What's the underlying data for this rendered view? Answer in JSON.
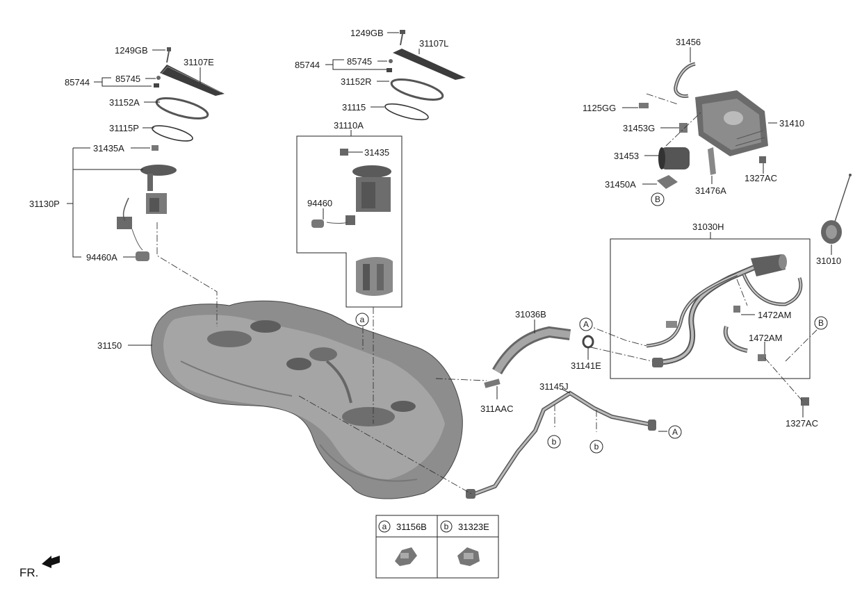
{
  "labels": {
    "p1249GB_left": "1249GB",
    "p31107E": "31107E",
    "p85745_left": "85745",
    "p85744_left": "85744",
    "p31152A": "31152A",
    "p31115P": "31115P",
    "p31435A": "31435A",
    "p31130P": "31130P",
    "p94460A": "94460A",
    "p31150": "31150",
    "p1249GB_mid": "1249GB",
    "p31107L": "31107L",
    "p85744_mid": "85744",
    "p85745_mid": "85745",
    "p31152R": "31152R",
    "p31115": "31115",
    "p31110A": "31110A",
    "p31435": "31435",
    "p94460": "94460",
    "p31456": "31456",
    "p1125GG": "1125GG",
    "p31453G": "31453G",
    "p31410": "31410",
    "p31453": "31453",
    "p1327AC_top": "1327AC",
    "p31450A": "31450A",
    "p31476A": "31476A",
    "p31030H": "31030H",
    "p31010": "31010",
    "p31036B": "31036B",
    "p1472AM_a": "1472AM",
    "p1472AM_b": "1472AM",
    "p31141E": "31141E",
    "p31145J": "31145J",
    "p311AAC": "311AAC",
    "p1327AC_bot": "1327AC"
  },
  "callouts": {
    "a": "a",
    "b": "b",
    "A": "A",
    "B": "B"
  },
  "legend": {
    "a_part": "31156B",
    "b_part": "31323E"
  },
  "direction": "FR."
}
